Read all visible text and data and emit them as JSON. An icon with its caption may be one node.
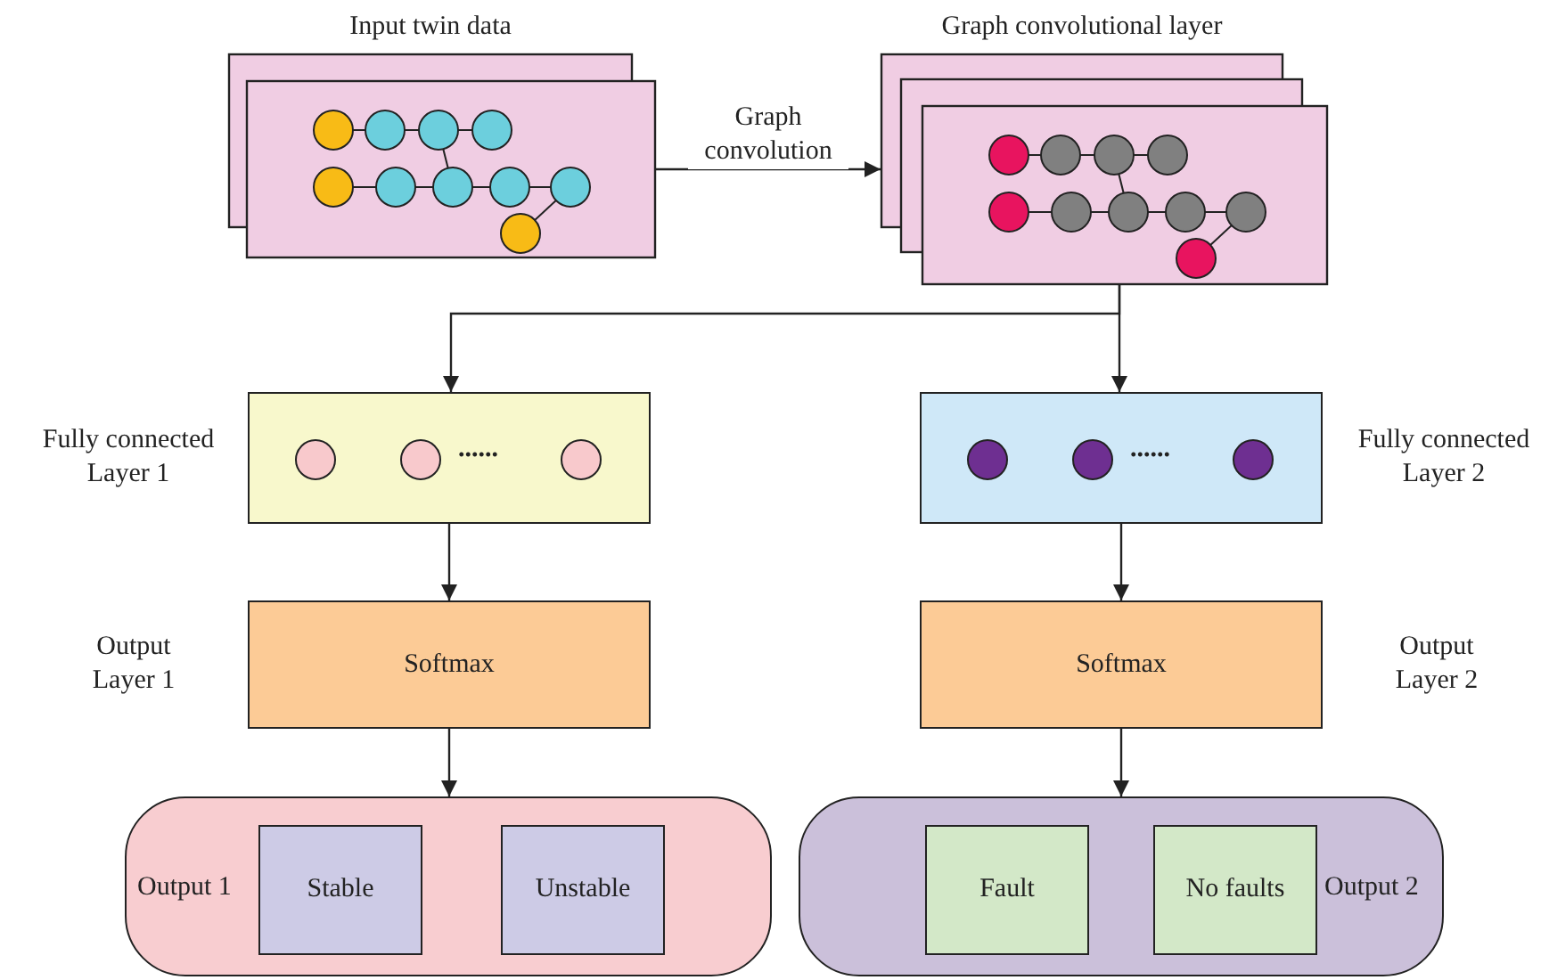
{
  "diagram": {
    "nodes": [
      {
        "text": [
          "Input twin data"
        ]
      },
      {
        "text": [
          "Graph convolutional layer"
        ]
      },
      {
        "text": [
          "......"
        ],
        "beside": [
          "Fully connected Layer 1"
        ]
      },
      {
        "text": [
          "......"
        ],
        "beside": [
          "Fully connected Layer 2"
        ]
      },
      {
        "text": [
          "Softmax"
        ],
        "beside": [
          "Output Layer 1"
        ]
      },
      {
        "text": [
          "Softmax"
        ],
        "beside": [
          "Output Layer 2"
        ]
      },
      {
        "text": [
          "Output 1"
        ]
      },
      {
        "text": [
          "Stable"
        ],
        "in": 6
      },
      {
        "text": [
          "Unstable"
        ],
        "in": 6
      },
      {
        "text": [
          "Output 2"
        ]
      },
      {
        "text": [
          "Fault"
        ],
        "in": 9
      },
      {
        "text": [
          "No faults"
        ],
        "in": 9
      }
    ],
    "edges": [
      {
        "from": 0,
        "to": 1,
        "arrow": "to",
        "label": "Graph convolution"
      },
      {
        "from": 1,
        "to": 2,
        "arrow": "to"
      },
      {
        "from": 1,
        "to": 3,
        "arrow": "to"
      },
      {
        "from": 2,
        "to": 4,
        "arrow": "to"
      },
      {
        "from": 3,
        "to": 5,
        "arrow": "to"
      },
      {
        "from": 4,
        "to": 6,
        "arrow": "to"
      },
      {
        "from": 5,
        "to": 9,
        "arrow": "to"
      }
    ]
  }
}
